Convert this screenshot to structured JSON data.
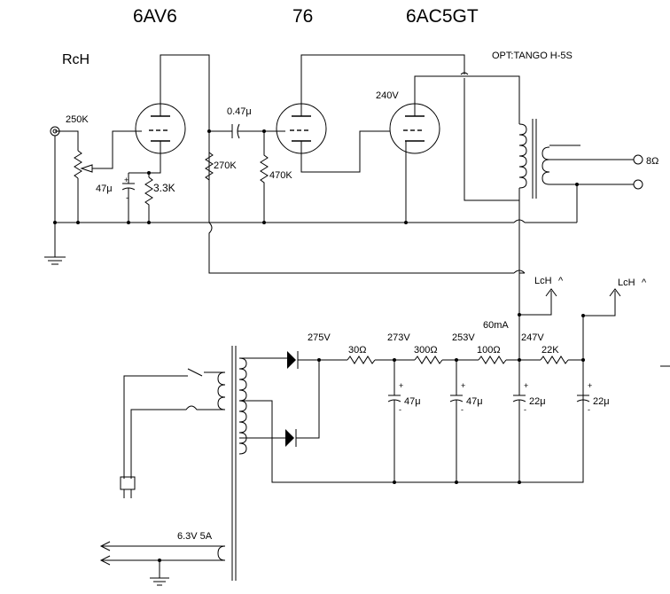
{
  "tubes": {
    "tube1": "6AV6",
    "tube2": "76",
    "tube3": "6AC5GT"
  },
  "channel": "RcH",
  "output_transformer": "OPT:TANGO H-5S",
  "speaker": "8Ω",
  "components": {
    "volume_pot": "250K",
    "cathode_cap": "47μ",
    "cathode_res": "3.3K",
    "plate_res": "270K",
    "coupling_cap": "0.47μ",
    "grid_res": "470K",
    "plate_voltage": "240V"
  },
  "power_supply": {
    "v_rect": "275V",
    "r1": "30Ω",
    "v1": "273V",
    "r2": "300Ω",
    "v2": "253V",
    "r3": "100Ω",
    "current": "60mA",
    "v3": "247V",
    "r4": "22K",
    "c1": "47μ",
    "c2": "47μ",
    "c3": "22μ",
    "c4": "22μ",
    "to_left_a": "LcH",
    "to_left_b": "LcH",
    "heater": "6.3V 5A"
  }
}
